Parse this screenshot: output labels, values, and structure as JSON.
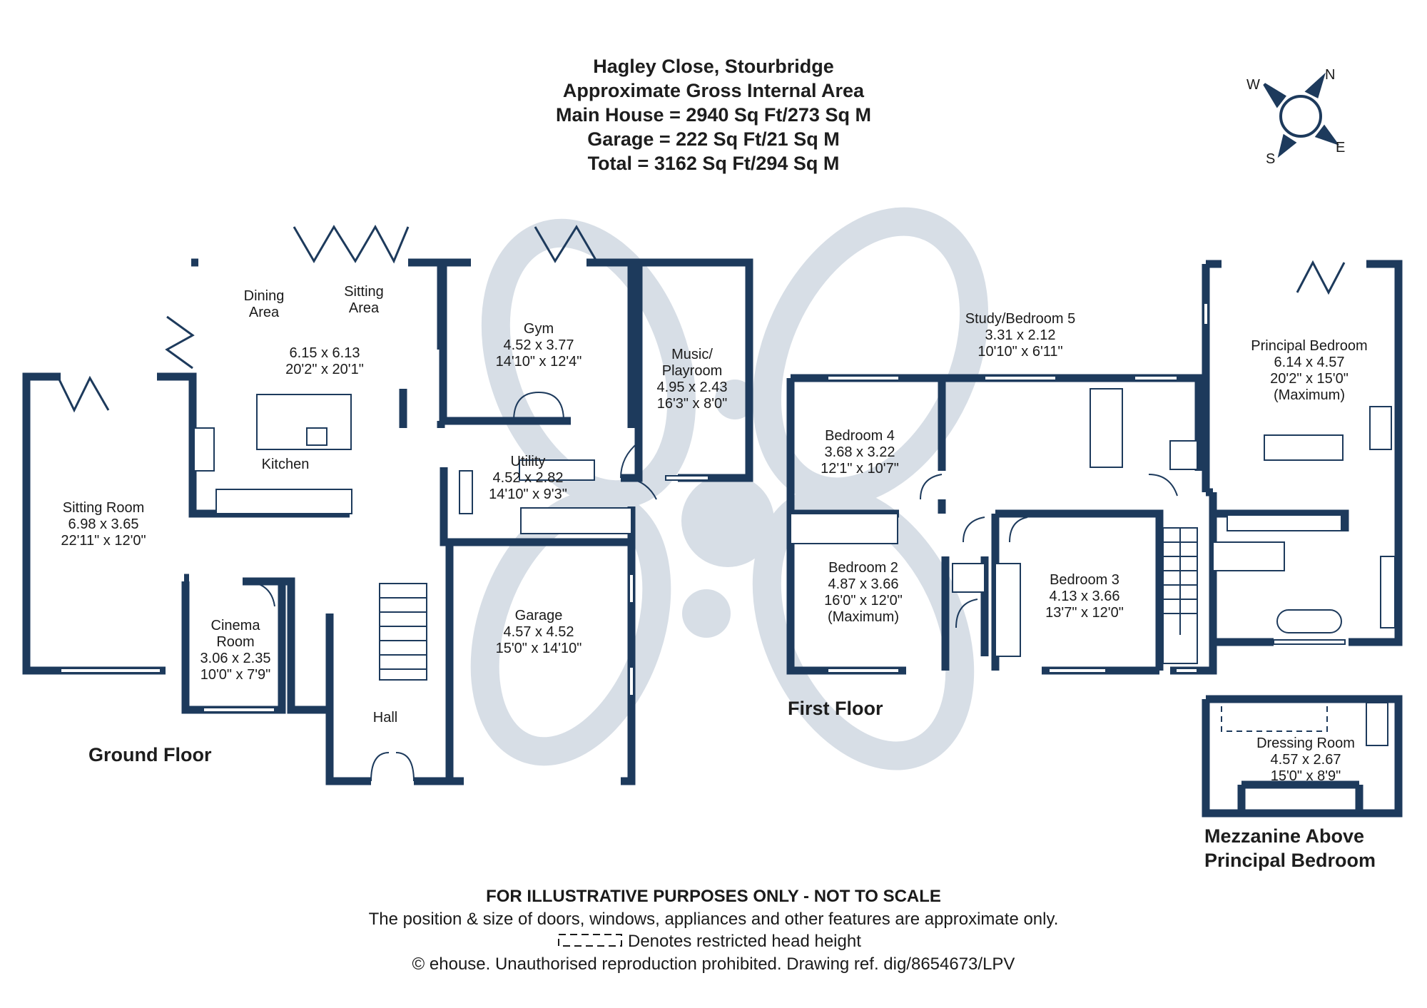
{
  "header": {
    "title": "Hagley Close, Stourbridge",
    "subtitle": "Approximate Gross Internal Area",
    "main_house": "Main House = 2940 Sq Ft/273 Sq M",
    "garage": "Garage = 222 Sq Ft/21 Sq M",
    "total": "Total = 3162 Sq Ft/294 Sq M"
  },
  "compass": {
    "n": "N",
    "e": "E",
    "s": "S",
    "w": "W"
  },
  "floors": {
    "ground": "Ground Floor",
    "first": "First Floor",
    "mezzanine_line1": "Mezzanine Above",
    "mezzanine_line2": "Principal Bedroom"
  },
  "rooms": {
    "dining_area": "Dining\nArea",
    "sitting_area": "Sitting\nArea",
    "open_plan": "6.15 x 6.13\n20'2\" x 20'1\"",
    "kitchen": "Kitchen",
    "sitting_room": "Sitting Room\n6.98 x 3.65\n22'11\" x 12'0\"",
    "gym": "Gym\n4.52 x 3.77\n14'10\" x 12'4\"",
    "music_playroom": "Music/\nPlayroom\n4.95 x 2.43\n16'3\" x 8'0\"",
    "utility": "Utility\n4.52 x 2.82\n14'10\" x 9'3\"",
    "cinema_room": "Cinema\nRoom\n3.06 x 2.35\n10'0\" x 7'9\"",
    "garage": "Garage\n4.57 x 4.52\n15'0\" x 14'10\"",
    "hall": "Hall",
    "study_bedroom5": "Study/Bedroom 5\n3.31 x 2.12\n10'10\" x 6'11\"",
    "bedroom4": "Bedroom 4\n3.68 x 3.22\n12'1\" x 10'7\"",
    "bedroom2": "Bedroom 2\n4.87 x 3.66\n16'0\" x 12'0\"\n(Maximum)",
    "bedroom3": "Bedroom 3\n4.13 x 3.66\n13'7\" x 12'0\"",
    "principal_bedroom": "Principal Bedroom\n6.14 x 4.57\n20'2\" x 15'0\"\n(Maximum)",
    "dressing_room": "Dressing Room\n4.57 x 2.67\n15'0\" x 8'9\""
  },
  "footer": {
    "disclaimer": "FOR ILLUSTRATIVE PURPOSES ONLY - NOT TO SCALE",
    "note": "The position & size of doors, windows, appliances and other features are approximate only.",
    "restricted": "Denotes restricted head height",
    "copyright": "© ehouse. Unauthorised reproduction prohibited. Drawing ref. dig/8654673/LPV"
  },
  "colors": {
    "wall": "#1d3a5c",
    "watermark": "#d3dbe4",
    "text": "#1a1a1a"
  }
}
